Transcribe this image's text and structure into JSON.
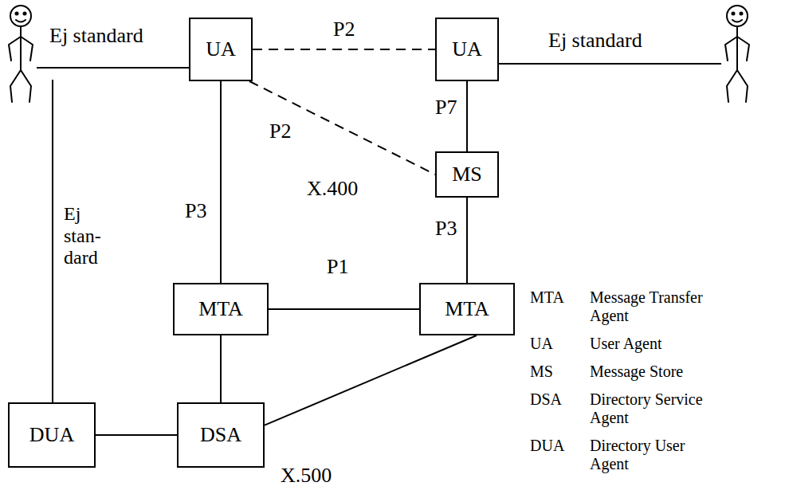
{
  "diagram": {
    "nodes": [
      {
        "text": [
          "UA"
        ]
      },
      {
        "text": [
          "UA"
        ]
      },
      {
        "text": [
          "MS"
        ]
      },
      {
        "text": [
          "MTA"
        ]
      },
      {
        "text": [
          "MTA"
        ]
      },
      {
        "text": [
          "DUA"
        ]
      },
      {
        "text": [
          "DSA"
        ]
      }
    ],
    "edges": [
      {
        "from": 0,
        "to": 1,
        "arrow": "none",
        "label": "P2"
      },
      {
        "from": 0,
        "to": 2,
        "arrow": "none",
        "label": "P2"
      },
      {
        "from": 1,
        "to": 2,
        "arrow": "none",
        "label": "P7"
      },
      {
        "from": 0,
        "to": 3,
        "arrow": "none",
        "label": "P3"
      },
      {
        "from": 2,
        "to": 4,
        "arrow": "none",
        "label": "P3"
      },
      {
        "from": 3,
        "to": 4,
        "arrow": "none",
        "label": "P1"
      },
      {
        "from": 3,
        "to": 6,
        "arrow": "none"
      },
      {
        "from": 4,
        "to": 6,
        "arrow": "none"
      },
      {
        "from": 5,
        "to": 6,
        "arrow": "none"
      }
    ],
    "labels": [
      "Ej standard",
      "Ej standard",
      "Ej stan- dard",
      "X.400",
      "X.500",
      "MTA",
      "Message Transfer Agent",
      "UA",
      "User Agent",
      "MS",
      "Message Store",
      "DSA",
      "Directory Service Agent",
      "DUA",
      "Directory User Agent"
    ]
  }
}
